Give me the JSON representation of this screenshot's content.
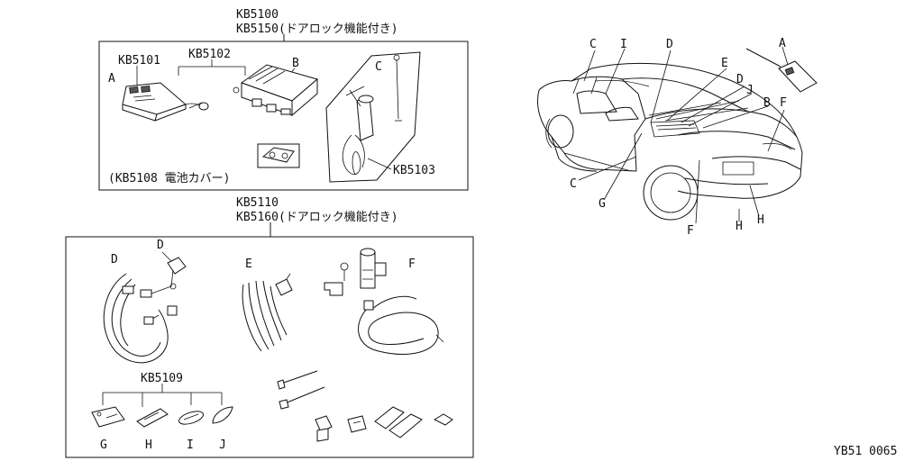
{
  "kit_top": {
    "part_line1": "KB5100",
    "part_line2": "KB5150(ドアロック機能付き)",
    "callouts": {
      "kb5101": "KB5101",
      "kb5102": "KB5102",
      "kb5103": "KB5103",
      "battery_cover": "(KB5108 電池カバー)"
    },
    "letters": {
      "a": "A",
      "b": "B",
      "c": "C"
    }
  },
  "kit_bottom": {
    "part_line1": "KB5110",
    "part_line2": "KB5160(ドアロック機能付き)",
    "callouts": {
      "kb5109": "KB5109"
    },
    "letters": {
      "d1": "D",
      "d2": "D",
      "e": "E",
      "f": "F",
      "g": "G",
      "h": "H",
      "i": "I",
      "j": "J"
    }
  },
  "vehicle": {
    "labels": {
      "a": "A",
      "b": "B",
      "c_top": "C",
      "c_side": "C",
      "d": "D",
      "e": "E",
      "f_right": "F",
      "f_bottom": "F",
      "g": "G",
      "h_front": "H",
      "h_bottom": "H",
      "i": "I",
      "j": "J"
    }
  },
  "diagram_code": "YB51 0065",
  "colors": {
    "line": "#111111",
    "background": "#ffffff"
  }
}
